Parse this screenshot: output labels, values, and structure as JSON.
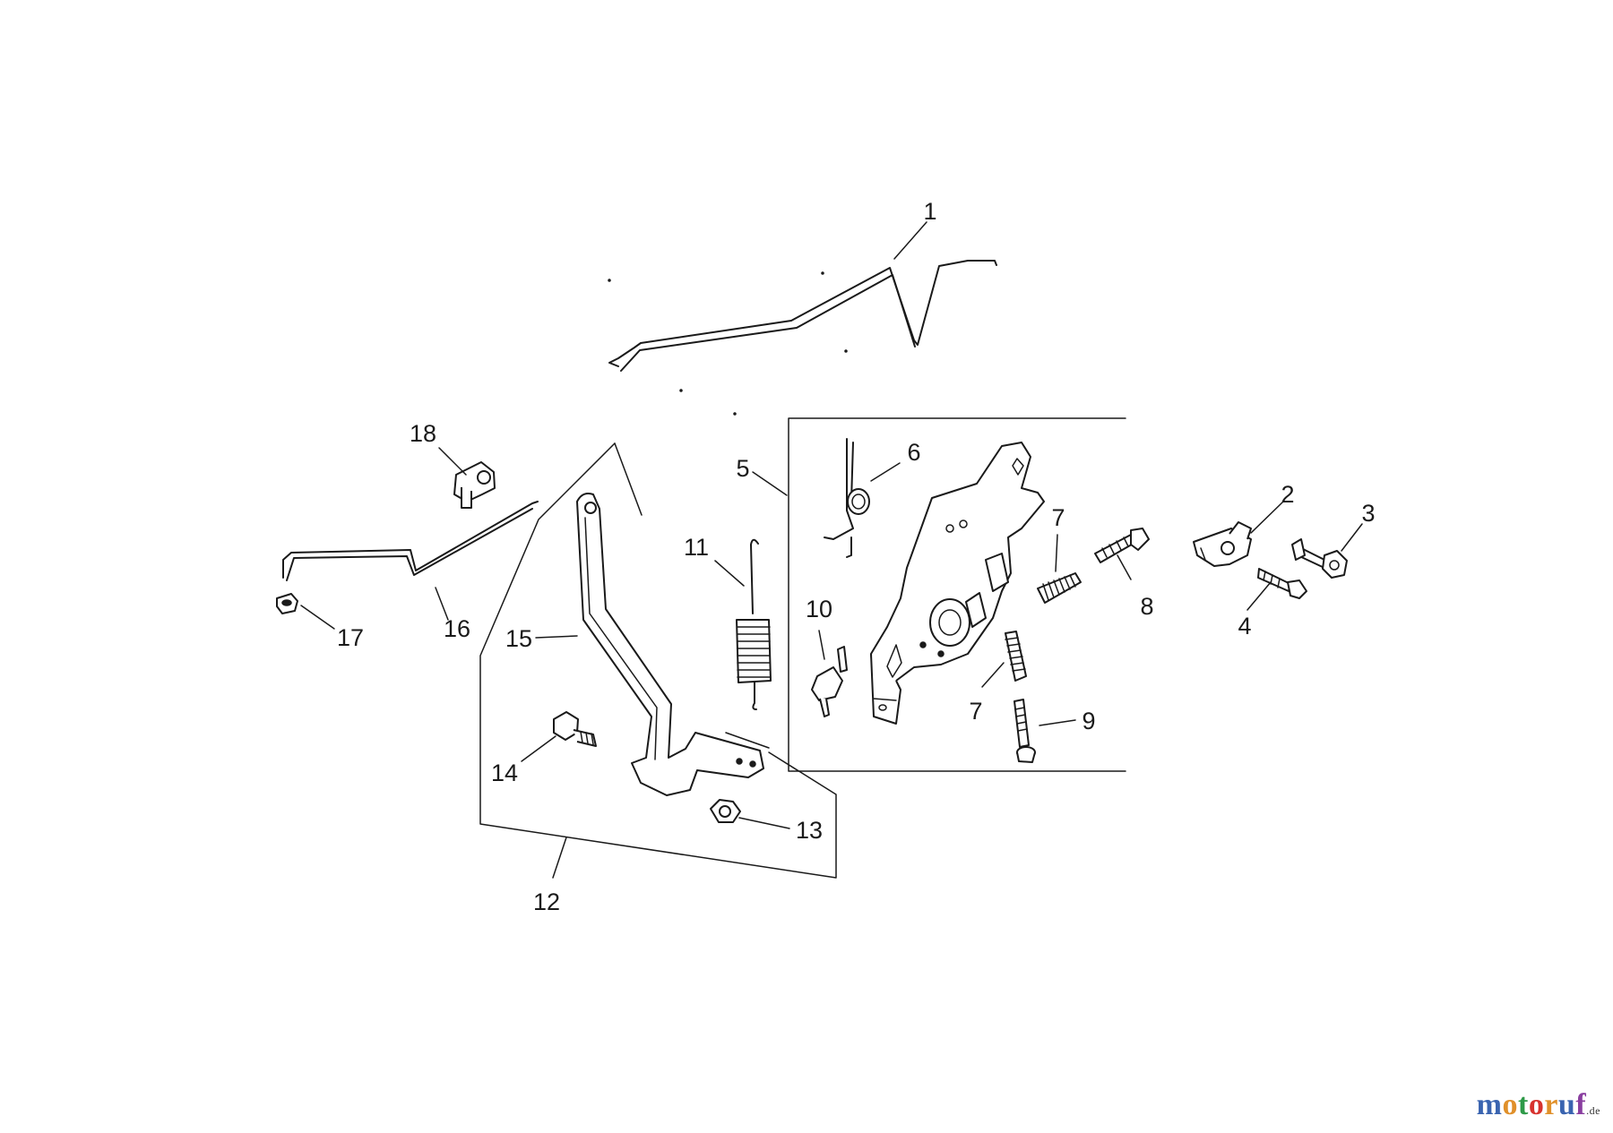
{
  "callouts": [
    "1",
    "2",
    "3",
    "4",
    "5",
    "6",
    "7",
    "7",
    "8",
    "9",
    "10",
    "11",
    "12",
    "13",
    "14",
    "15",
    "16",
    "17",
    "18"
  ],
  "watermark": {
    "letters": [
      "m",
      "o",
      "t",
      "o",
      "r",
      "u",
      "f"
    ],
    "colors": [
      "#3a64b0",
      "#e0902a",
      "#2e9a48",
      "#d7322e",
      "#e0902a",
      "#3a64b0",
      "#8a3fa0"
    ],
    "tld": ".de"
  }
}
